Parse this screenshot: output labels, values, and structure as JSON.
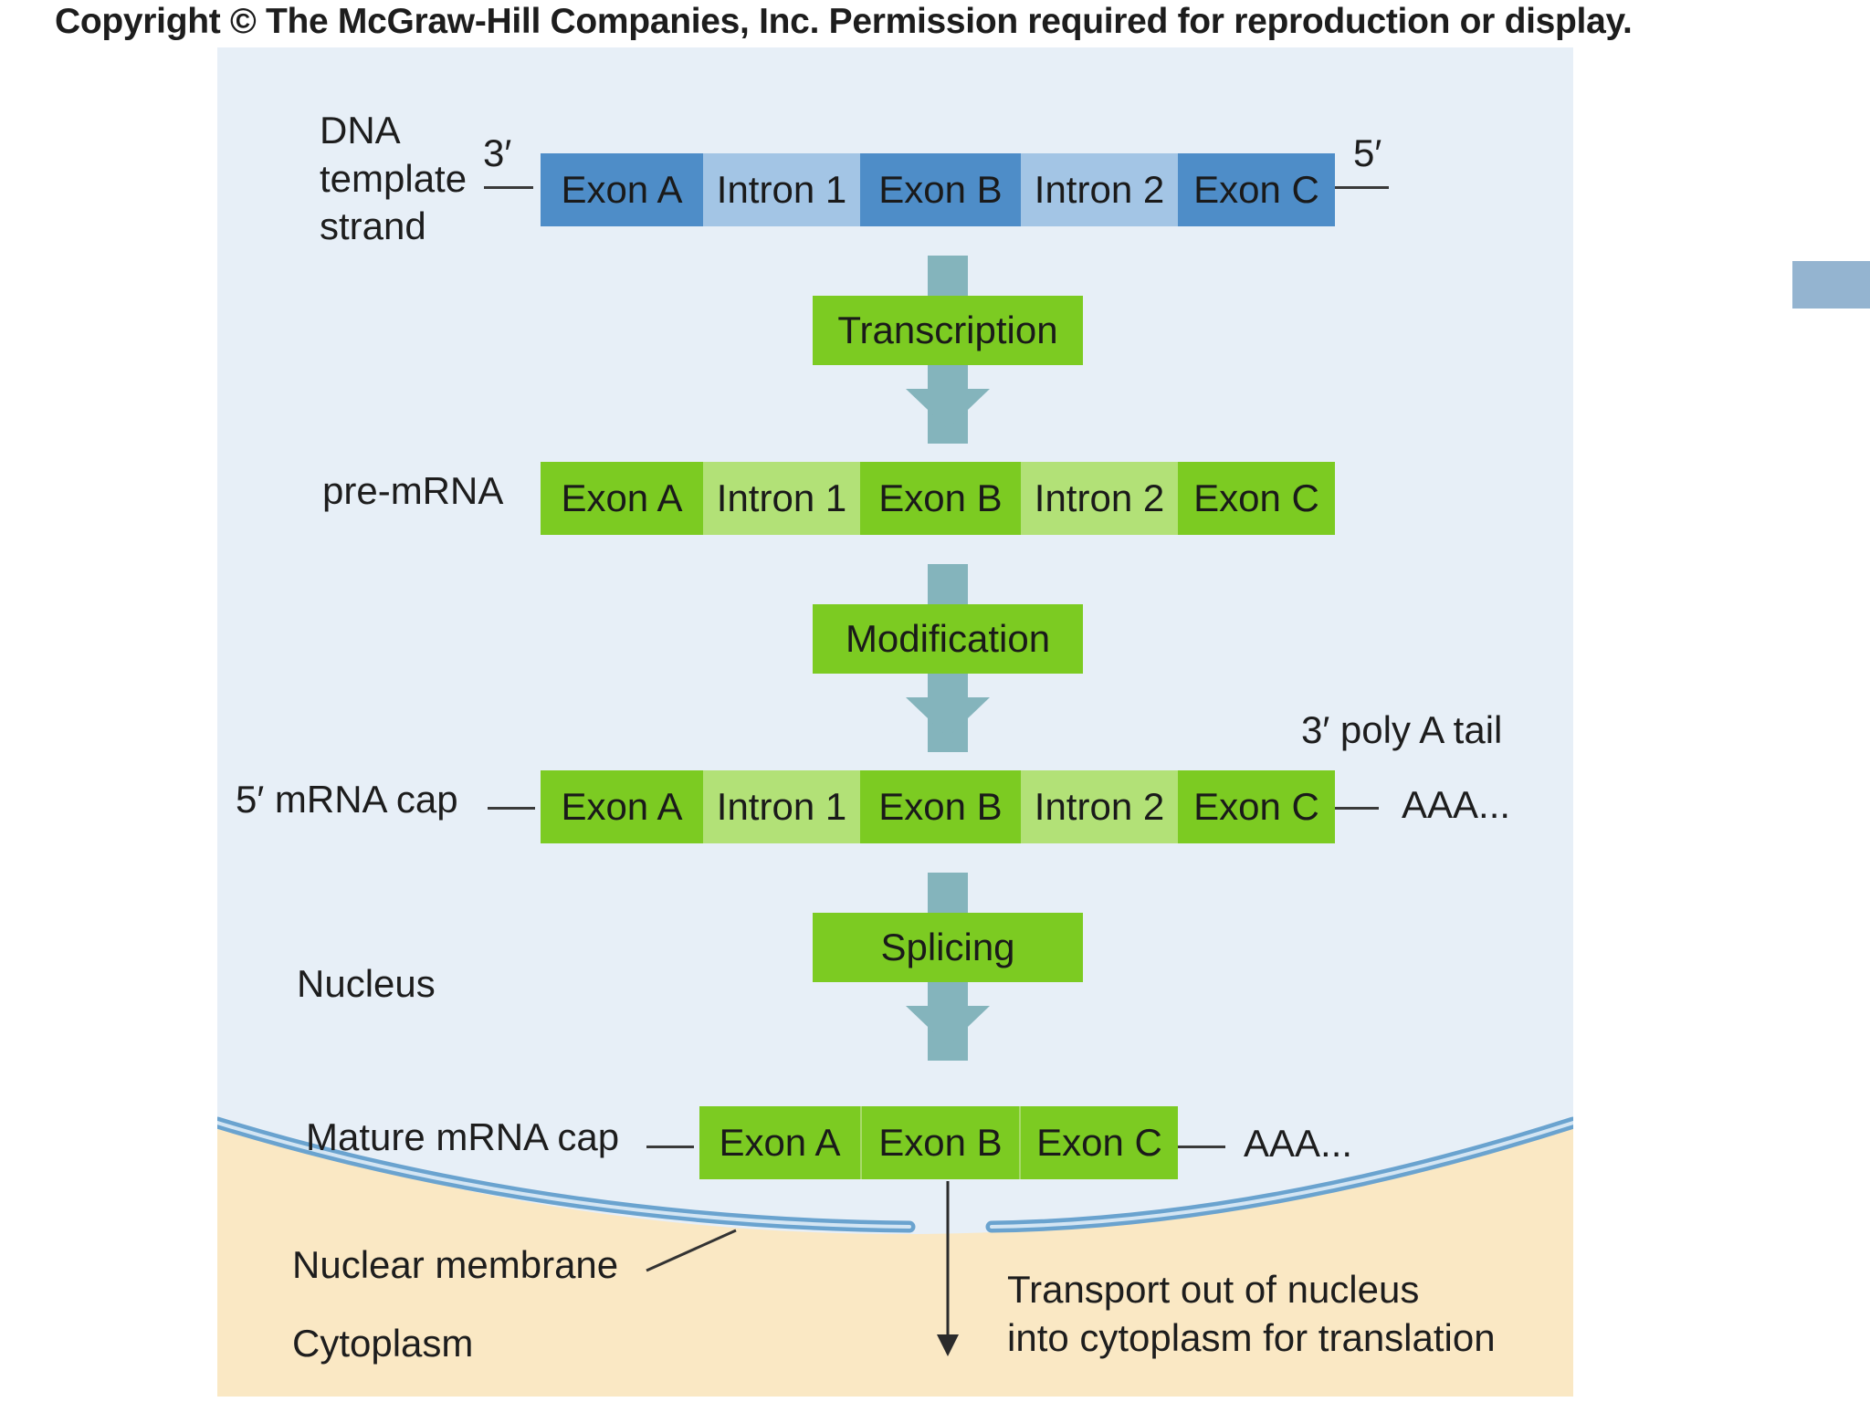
{
  "copyright": "Copyright © The McGraw-Hill Companies, Inc. Permission required for reproduction or display.",
  "colors": {
    "nucleus_bg": "#e7eff7",
    "cytoplasm_bg": "#fae8c4",
    "dna_exon": "#4e8dc8",
    "dna_intron": "#a3c5e5",
    "rna_exon": "#7ccb22",
    "rna_intron": "#b2e177",
    "arrow": "#84b4bc",
    "membrane": "#6aa3cf"
  },
  "dna": {
    "label_lines": [
      "DNA",
      "template",
      "strand"
    ],
    "end_3": "3′",
    "end_5": "5′",
    "segments": [
      "Exon A",
      "Intron 1",
      "Exon B",
      "Intron 2",
      "Exon C"
    ]
  },
  "steps": {
    "transcription": "Transcription",
    "modification": "Modification",
    "splicing": "Splicing"
  },
  "pre_mrna": {
    "label": "pre-mRNA",
    "segments": [
      "Exon A",
      "Intron 1",
      "Exon B",
      "Intron 2",
      "Exon C"
    ]
  },
  "modified": {
    "cap_label": "5′ mRNA cap",
    "tail_label": "3′ poly A tail",
    "tail_seq": "AAA...",
    "segments": [
      "Exon A",
      "Intron 1",
      "Exon B",
      "Intron 2",
      "Exon C"
    ]
  },
  "nucleus_label": "Nucleus",
  "mature": {
    "cap_label": "Mature mRNA cap",
    "tail_seq": "AAA...",
    "segments": [
      "Exon A",
      "Exon B",
      "Exon C"
    ]
  },
  "membrane_label": "Nuclear membrane",
  "cytoplasm_label": "Cytoplasm",
  "transport_lines": [
    "Transport out of nucleus",
    "into cytoplasm for translation"
  ]
}
